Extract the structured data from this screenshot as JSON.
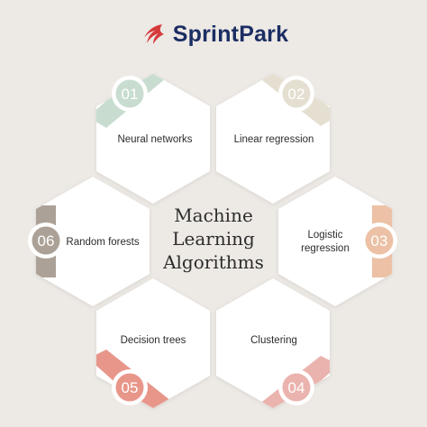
{
  "brand": {
    "name": "SprintPark",
    "logo_icon": "winged-flame-logo-icon",
    "logo_color": "#d63a3a"
  },
  "center": {
    "line1": "Machine",
    "line2": "Learning",
    "line3": "Algorithms"
  },
  "items": [
    {
      "number": "01",
      "label": "Neural networks",
      "color": "#c8ddd0"
    },
    {
      "number": "02",
      "label": "Linear regression",
      "color": "#e5dfd1"
    },
    {
      "number": "03",
      "label_line1": "Logistic",
      "label_line2": "regression",
      "color": "#ecc1a5"
    },
    {
      "number": "04",
      "label": "Clustering",
      "color": "#ebb3ae"
    },
    {
      "number": "05",
      "label": "Decision trees",
      "color": "#e8968a"
    },
    {
      "number": "06",
      "label": "Random forests",
      "color": "#aba196"
    }
  ]
}
